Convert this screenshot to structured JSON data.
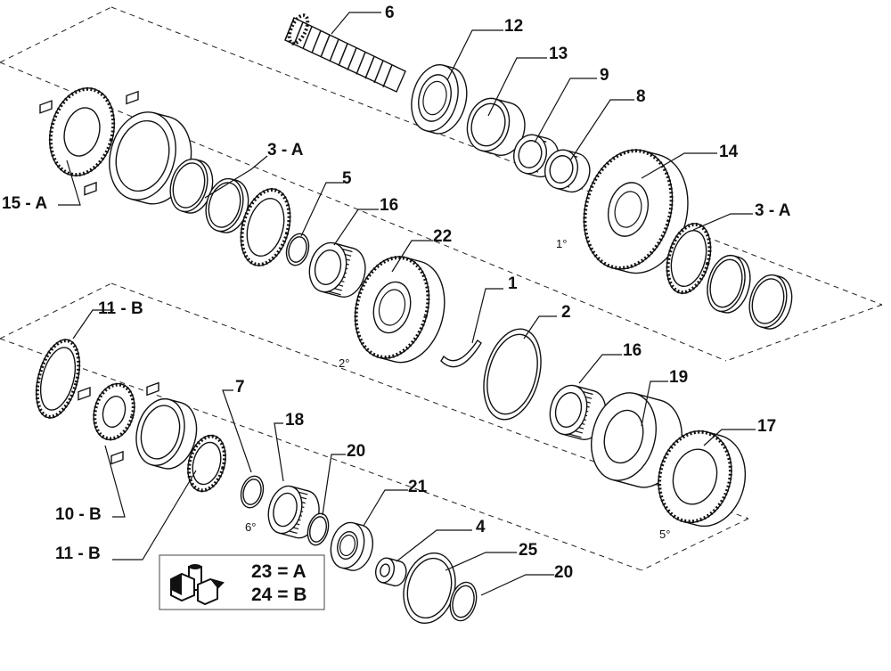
{
  "labels": {
    "p6": "6",
    "p12": "12",
    "p13": "13",
    "p9": "9",
    "p8": "8",
    "p14": "14",
    "p3a_right": "3 - A",
    "p3a_left": "3 - A",
    "p15a": "15 - A",
    "p5": "5",
    "p16_top": "16",
    "p22": "22",
    "p1": "1",
    "p2": "2",
    "p16_mid": "16",
    "p19": "19",
    "p17": "17",
    "p11b_top": "11 - B",
    "p7": "7",
    "p18": "18",
    "p20_top": "20",
    "p21": "21",
    "p4": "4",
    "p25": "25",
    "p20_bottom": "20",
    "p10b": "10 - B",
    "p11b_bottom": "11 - B"
  },
  "gear_positions": {
    "first": "1°",
    "second": "2°",
    "fifth": "5°",
    "sixth": "6°"
  },
  "legend": {
    "row1": "23 =  A",
    "row2": "24 =  B"
  }
}
